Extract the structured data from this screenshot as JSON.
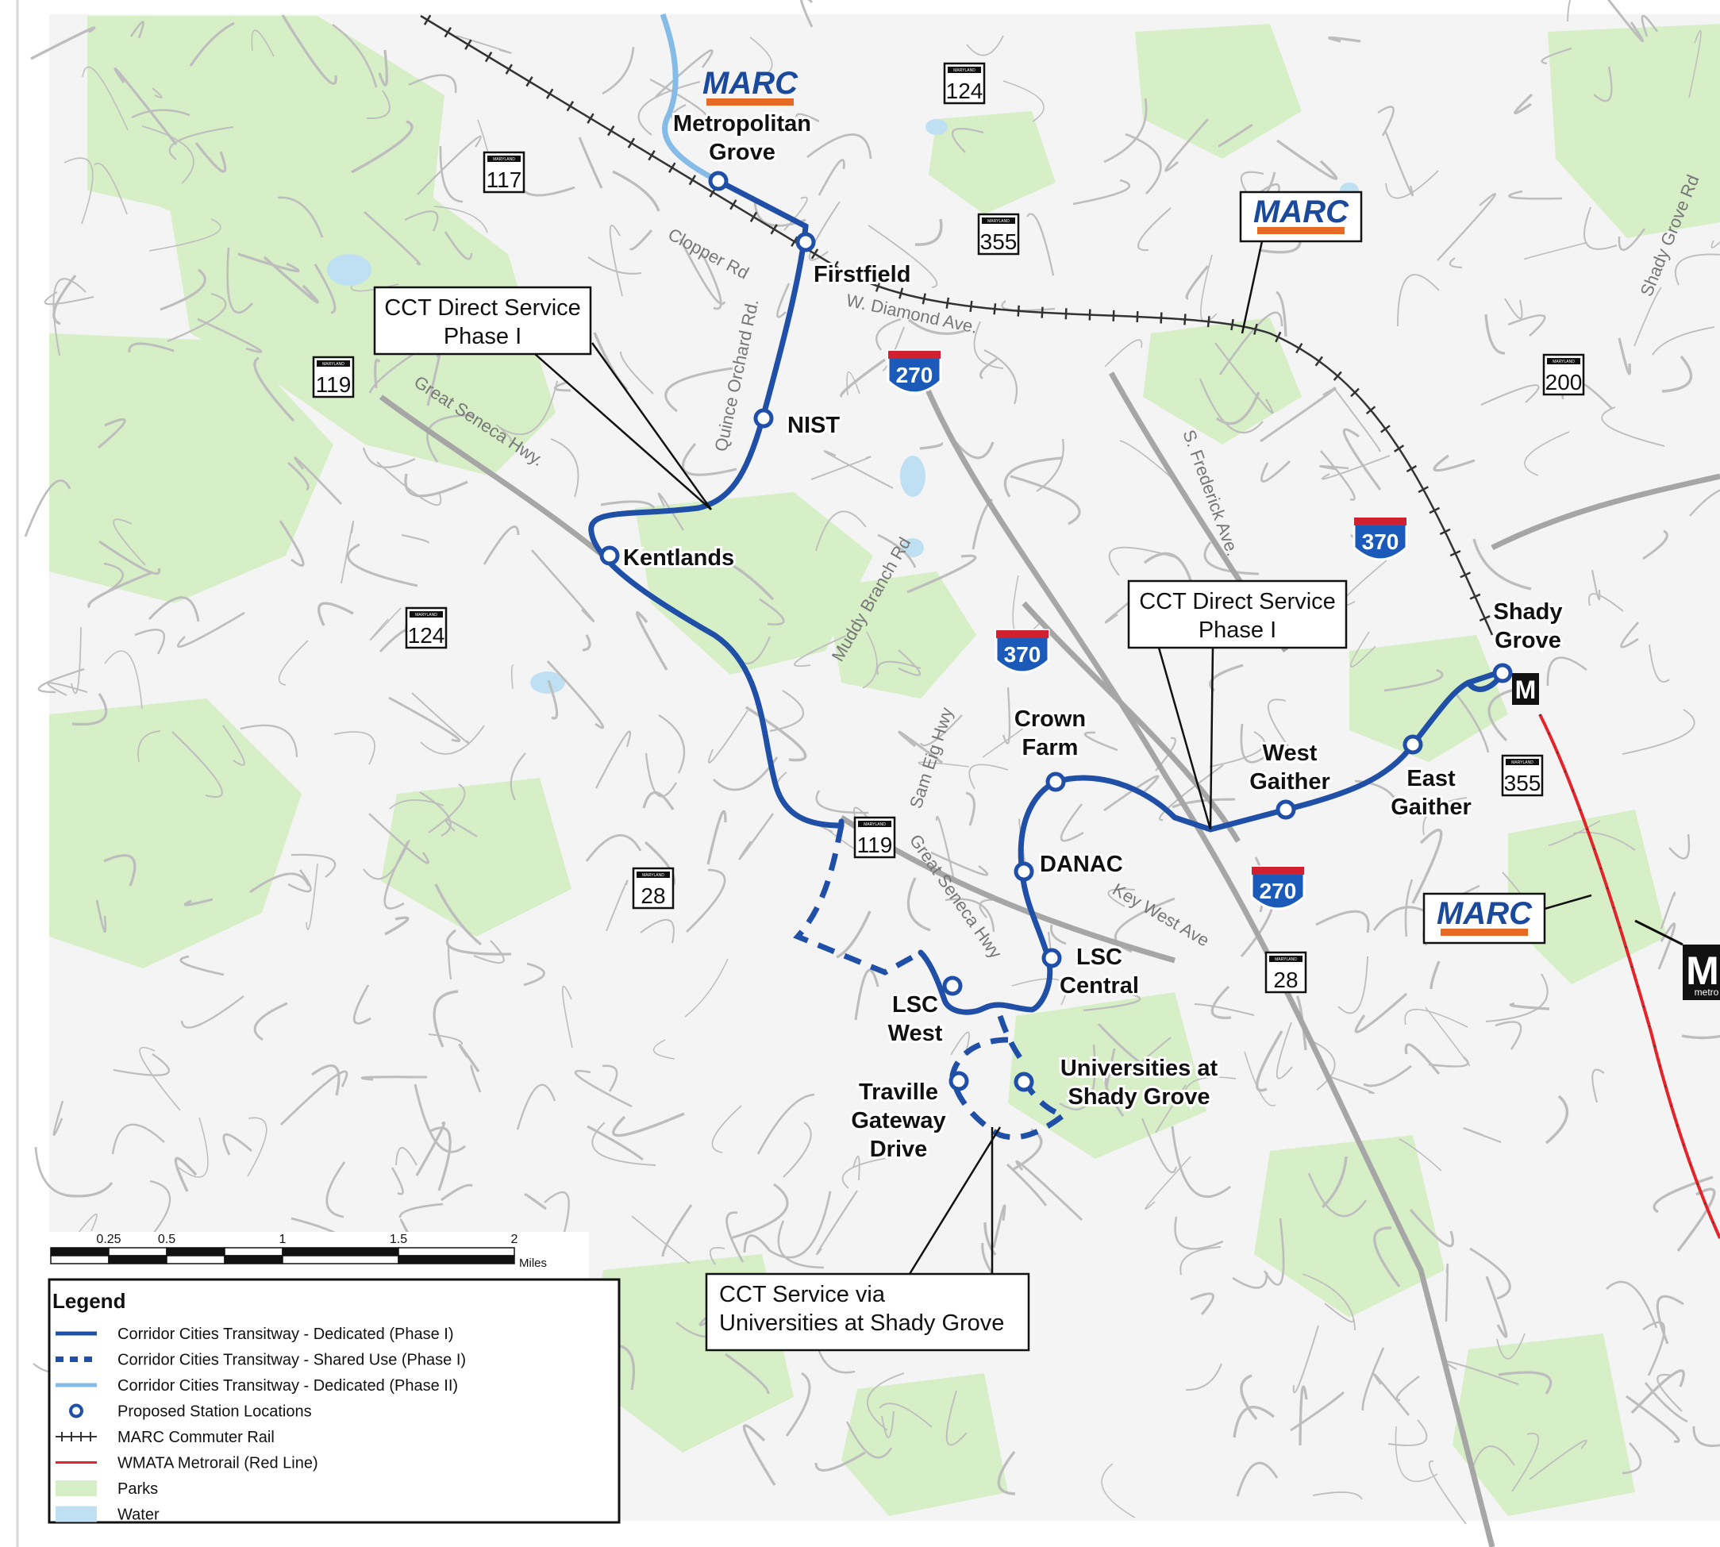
{
  "colors": {
    "park": "#d6efc6",
    "water": "#bfe0f3",
    "road": "#bdbdbd",
    "cct_dedicated": "#1f4fa6",
    "cct_phase2": "#86bbe8",
    "marc_rail": "#333333",
    "metrorail": "#e4242a",
    "interstate_blue": "#1b5ab8",
    "interstate_red": "#d1202f",
    "marc_blue": "#1b4a9c",
    "marc_orange": "#e66a23"
  },
  "stations": [
    {
      "name": "Metropolitan Grove",
      "lines": [
        "Metropolitan",
        "Grove"
      ]
    },
    {
      "name": "Firstfield",
      "lines": [
        "Firstfield"
      ]
    },
    {
      "name": "NIST",
      "lines": [
        "NIST"
      ]
    },
    {
      "name": "Kentlands",
      "lines": [
        "Kentlands"
      ]
    },
    {
      "name": "Crown Farm",
      "lines": [
        "Crown",
        "Farm"
      ]
    },
    {
      "name": "DANAC",
      "lines": [
        "DANAC"
      ]
    },
    {
      "name": "LSC Central",
      "lines": [
        "LSC",
        "Central"
      ]
    },
    {
      "name": "LSC West",
      "lines": [
        "LSC",
        "West"
      ]
    },
    {
      "name": "Universities at Shady Grove",
      "lines": [
        "Universities at",
        "Shady Grove"
      ]
    },
    {
      "name": "Traville Gateway Drive",
      "lines": [
        "Traville",
        "Gateway",
        "Drive"
      ]
    },
    {
      "name": "West Gaither",
      "lines": [
        "West",
        "Gaither"
      ]
    },
    {
      "name": "East Gaither",
      "lines": [
        "East",
        "Gaither"
      ]
    },
    {
      "name": "Shady Grove",
      "lines": [
        "Shady",
        "Grove"
      ]
    }
  ],
  "callouts": {
    "direct_west": [
      "CCT Direct Service",
      "Phase I"
    ],
    "direct_east": [
      "CCT Direct Service",
      "Phase I"
    ],
    "usg": [
      "CCT Service via",
      "Universities at Shady Grove"
    ]
  },
  "road_labels": {
    "clopper": "Clopper Rd",
    "diamond": "W. Diamond Ave.",
    "quince": "Quince Orchard Rd.",
    "seneca_nw": "Great Seneca Hwy.",
    "muddy": "Muddy Branch Rd",
    "sameig": "Sam Eig Hwy",
    "seneca_s": "Great Seneca Hwy",
    "frederick": "S. Frederick Ave.",
    "keywest": "Key West Ave",
    "shadygrove": "Shady Grove Rd"
  },
  "shields": {
    "md_top_word": "MARYLAND",
    "md": [
      "124",
      "117",
      "355",
      "119",
      "124",
      "200",
      "119",
      "28",
      "355",
      "28"
    ],
    "interstate": [
      "270",
      "370",
      "370",
      "270"
    ]
  },
  "marc_logo": "MARC",
  "metro_symbol": "M",
  "metro_word": "metro",
  "scale": {
    "labels": [
      "0.25",
      "0.5",
      "1",
      "1.5",
      "2"
    ],
    "unit": "Miles"
  },
  "legend": {
    "title": "Legend",
    "items": [
      "Corridor Cities Transitway - Dedicated (Phase I)",
      "Corridor Cities Transitway - Shared Use (Phase I)",
      "Corridor Cities Transitway - Dedicated (Phase II)",
      "Proposed Station Locations",
      "MARC Commuter Rail",
      "WMATA Metrorail (Red Line)",
      "Parks",
      "Water"
    ]
  }
}
